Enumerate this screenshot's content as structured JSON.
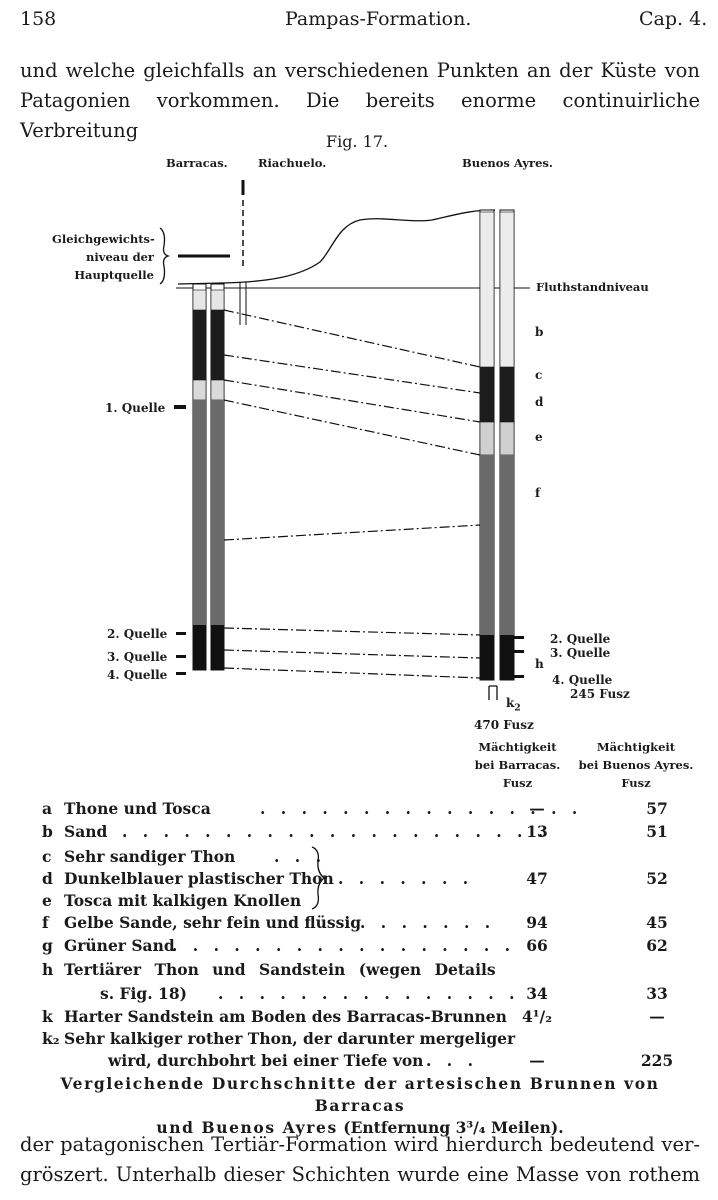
{
  "header": {
    "page_number": "158",
    "title": "Pampas-Formation.",
    "chapter": "Cap. 4."
  },
  "text_top": [
    "und welche gleichfalls an verschiedenen Punkten an der Küste von",
    "Patagonien vorkommen. Die bereits enorme continuirliche Verbreitung"
  ],
  "figure": {
    "title": "Fig. 17.",
    "locations": {
      "barracas": "Barracas.",
      "riachuelo": "Riachuelo.",
      "buenos_ayres": "Buenos Ayres."
    },
    "gleichgewicht": [
      "Gleichgewichts-",
      "niveau der",
      "Hauptquelle"
    ],
    "fluthstand": "Fluthstandniveau",
    "left_sources": [
      "1. Quelle",
      "2. Quelle",
      "3. Quelle",
      "4. Quelle"
    ],
    "right_sources": [
      "2. Quelle",
      "3. Quelle",
      "4. Quelle",
      "245 Fusz"
    ],
    "layer_letters": [
      "b",
      "c",
      "d",
      "e",
      "f",
      "h"
    ],
    "k2_label": "k",
    "k2_sub": "2",
    "depth": "470 Fusz"
  },
  "table": {
    "col1": [
      "Mächtigkeit",
      "bei Barracas.",
      "Fusz"
    ],
    "col2": [
      "Mächtigkeit",
      "bei Buenos Ayres.",
      "Fusz"
    ],
    "rows": [
      {
        "letter": "a",
        "name": "Thone und Tosca",
        "v1": "—",
        "v2": "57"
      },
      {
        "letter": "b",
        "name": "Sand",
        "v1": "13",
        "v2": "51"
      },
      {
        "letter": "c",
        "name": "Sehr sandiger Thon",
        "v1": "",
        "v2": ""
      },
      {
        "letter": "d",
        "name": "Dunkelblauer plastischer Thon",
        "v1": "47",
        "v2": "52"
      },
      {
        "letter": "e",
        "name": "Tosca mit kalkigen Knollen",
        "v1": "",
        "v2": ""
      },
      {
        "letter": "f",
        "name": "Gelbe Sande, sehr fein und flüssig",
        "v1": "94",
        "v2": "45"
      },
      {
        "letter": "g",
        "name": "Grüner Sand",
        "v1": "66",
        "v2": "62"
      },
      {
        "letter": "h",
        "name": "Tertiärer Thon und Sandstein (wegen Details",
        "v1": "",
        "v2": ""
      },
      {
        "letter": "",
        "name": "s. Fig. 18)",
        "v1": "34",
        "v2": "33"
      },
      {
        "letter": "k",
        "name": "Harter Sandstein am Boden des Barracas-Brunnen",
        "v1": "4¹/₂",
        "v2": "—"
      },
      {
        "letter": "k₂",
        "name": "Sehr kalkiger rother Thon, der darunter mergeliger",
        "v1": "",
        "v2": ""
      },
      {
        "letter": "",
        "name": "wird, durchbohrt bei einer Tiefe von",
        "v1": "—",
        "v2": "225"
      }
    ]
  },
  "caption": {
    "line1": "Vergleichende Durchschnitte der artesischen Brunnen von Barracas",
    "line2_a": "und Buenos Ayres",
    "line2_b": "(Entfernung 3³/₄ Meilen)."
  },
  "text_bottom": [
    "der patagonischen Tertiär-Formation wird hierdurch bedeutend ver-",
    "gröszert. Unterhalb dieser Schichten wurde eine Masse von rothem"
  ]
}
